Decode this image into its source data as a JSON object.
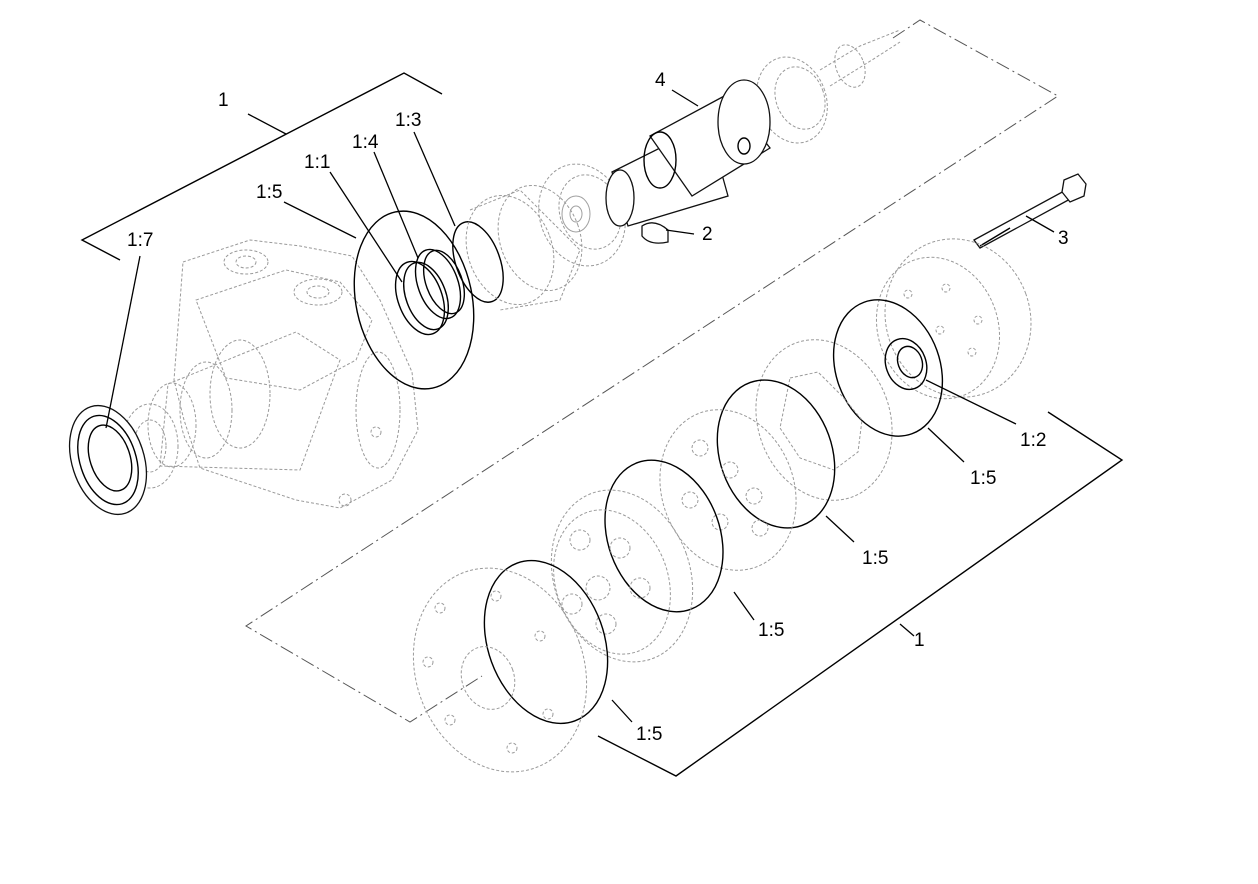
{
  "callouts": {
    "assembly_top": "1",
    "seal_1_7": "1:7",
    "oring_1_5_top": "1:5",
    "ring_1_1": "1:1",
    "ring_1_4": "1:4",
    "ring_1_3": "1:3",
    "shaft_4": "4",
    "key_2": "2",
    "bolt_3": "3",
    "seal_1_2": "1:2",
    "oring_1_5_a": "1:5",
    "oring_1_5_b": "1:5",
    "oring_1_5_c": "1:5",
    "oring_1_5_d": "1:5",
    "assembly_bottom": "1"
  }
}
